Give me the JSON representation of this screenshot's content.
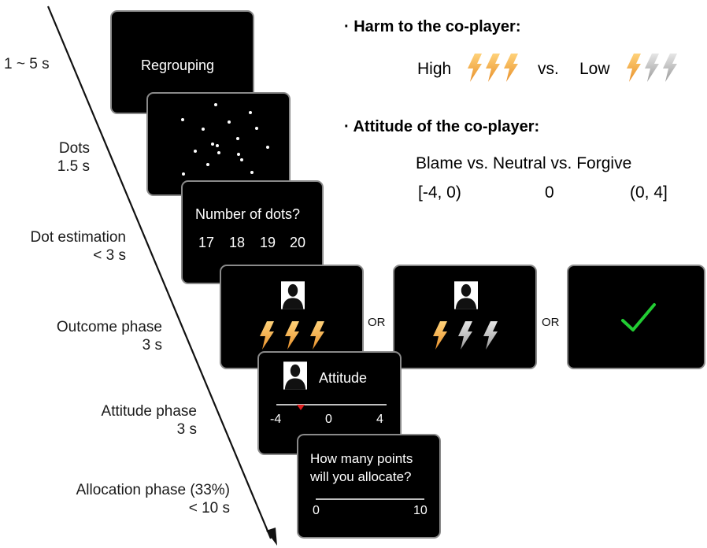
{
  "timeline": [
    {
      "label": "1 ~ 5 s"
    },
    {
      "label": "Dots",
      "duration": "1.5 s"
    },
    {
      "label": "Dot estimation",
      "duration": "< 3 s"
    },
    {
      "label": "Outcome phase",
      "duration": "3 s"
    },
    {
      "label": "Attitude phase",
      "duration": "3 s"
    },
    {
      "label": "Allocation phase (33%)",
      "duration": "< 10 s"
    }
  ],
  "screens": {
    "regrouping": {
      "text": "Regrouping"
    },
    "estimation": {
      "question": "Number of dots?",
      "options": [
        "17",
        "18",
        "19",
        "20"
      ]
    },
    "outcome": {
      "or_label": "OR"
    },
    "attitude": {
      "title": "Attitude",
      "min": "-4",
      "mid": "0",
      "max": "4"
    },
    "allocation": {
      "question_line1": "How many points",
      "question_line2": "will you allocate?",
      "min": "0",
      "max": "10"
    }
  },
  "conditions": {
    "harm": {
      "heading": "· Harm to the co-player:",
      "high": "High",
      "vs": "vs.",
      "low": "Low"
    },
    "attitude": {
      "heading": "· Attitude of the co-player:",
      "categories": "Blame vs. Neutral vs. Forgive",
      "ranges": [
        "[-4, 0)",
        "0",
        "(0, 4]"
      ]
    }
  },
  "colors": {
    "bolt_gold": "#f2a53c",
    "bolt_gray": "#c4c4c4",
    "check": "#22cc33",
    "marker": "#e02020"
  }
}
